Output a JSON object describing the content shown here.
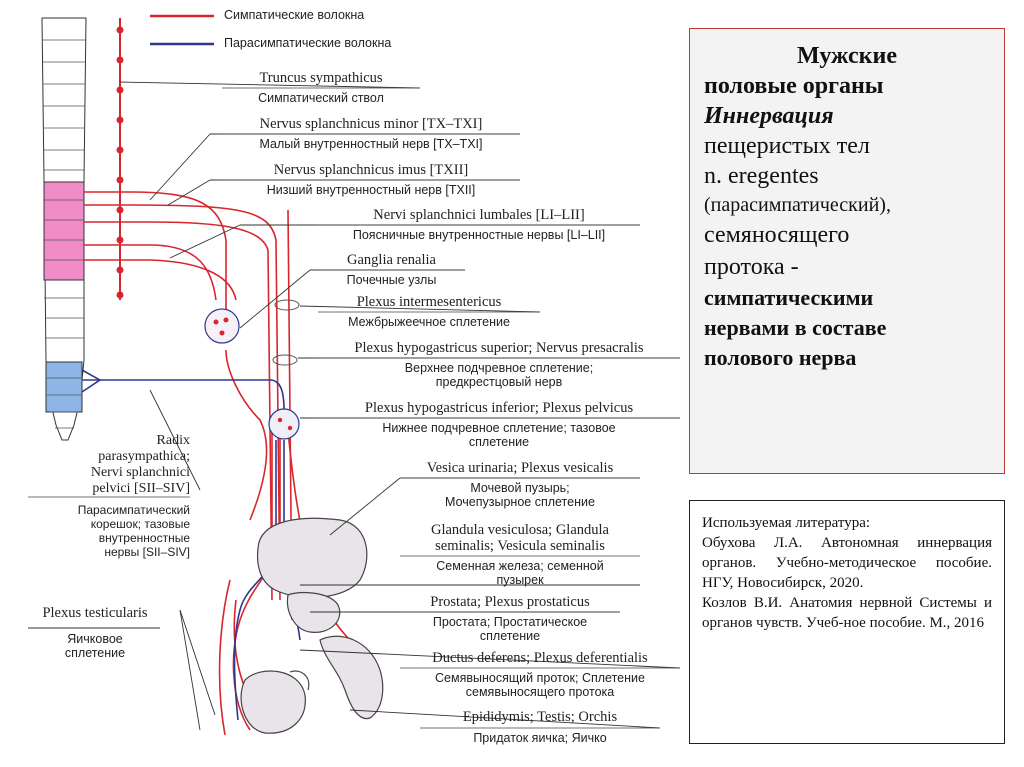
{
  "legend": {
    "sympathetic": "Симпатические волокна",
    "parasympathetic": "Парасимпатические волокна",
    "sympathetic_color": "#d9262e",
    "parasympathetic_color": "#2b3990"
  },
  "labels": {
    "truncus": {
      "latin": "Truncus sympathicus",
      "ru": "Симпатический ствол"
    },
    "minor": {
      "latin": "Nervus splanchnicus minor [TX–TXI]",
      "ru": "Малый внутренностный нерв [TX–TXI]"
    },
    "imus": {
      "latin": "Nervus splanchnicus imus [TXII]",
      "ru": "Низший внутренностный нерв [TXII]"
    },
    "lumbales": {
      "latin": "Nervi splanchnici lumbales [LI–LII]",
      "ru": "Поясничные внутренностные нервы [LI–LII]"
    },
    "ganglia": {
      "latin": "Ganglia renalia",
      "ru": "Почечные узлы"
    },
    "intermes": {
      "latin": "Plexus intermesentericus",
      "ru": "Межбрыжеечное сплетение"
    },
    "hyposup": {
      "latin": "Plexus hypogastricus superior; Nervus presacralis",
      "ru": "Верхнее подчревное сплетение;",
      "ru2": "предкрестцовый нерв"
    },
    "hypoinf": {
      "latin": "Plexus hypogastricus inferior; Plexus pelvicus",
      "ru": "Нижнее подчревное сплетение; тазовое",
      "ru2": "сплетение"
    },
    "vesica": {
      "latin": "Vesica urinaria; Plexus vesicalis",
      "ru": "Мочевой пузырь;",
      "ru2": "Мочепузырное сплетение"
    },
    "glandula": {
      "latin": "Glandula vesiculosa; Glandula",
      "latin2": "seminalis; Vesicula seminalis",
      "ru": "Семенная железа; семенной",
      "ru2": "пузырек"
    },
    "prostata": {
      "latin": "Prostata; Plexus prostaticus",
      "ru": "Простата; Простатическое",
      "ru2": "сплетение"
    },
    "ductus": {
      "latin": "Ductus deferens; Plexus deferentialis",
      "ru": "Семявыносящий проток; Сплетение",
      "ru2": "семявыносящего протока"
    },
    "epididymis": {
      "latin": "Epididymis; Testis; Orchis",
      "ru": "Придаток яичка; Яичко"
    },
    "testicularis": {
      "latin": "Plexus testicularis",
      "ru": "Яичковое",
      "ru2": "сплетение"
    },
    "radix": {
      "latin": [
        "Radix",
        "parasympathica;",
        "Nervi splanchnici",
        "pelvici [SII–SIV]"
      ],
      "ru": [
        "Парасимпатический",
        "корешок; тазовые",
        "внутренностные",
        "нервы [SII–SIV]"
      ]
    }
  },
  "info": {
    "line1": "Мужские",
    "line2": "половые органы",
    "line3": "Иннервация",
    "line4": "пещеристых тел",
    "line5": "n. eregentes",
    "line6": "(парасимпатический),",
    "line7": "семяносящего",
    "line8": "протока -",
    "line9": "симпатическими",
    "line10": "нервами в составе",
    "line11": "полового нерва"
  },
  "references": {
    "heading": "Используемая литература:",
    "ref1": "Обухова Л.А. Автономная иннервация органов. Учебно-методическое пособие. НГУ, Новосибирск, 2020.",
    "ref2": "Козлов В.И. Анатомия нервной Системы и органов чувств. Учеб-ное пособие. М., 2016"
  }
}
